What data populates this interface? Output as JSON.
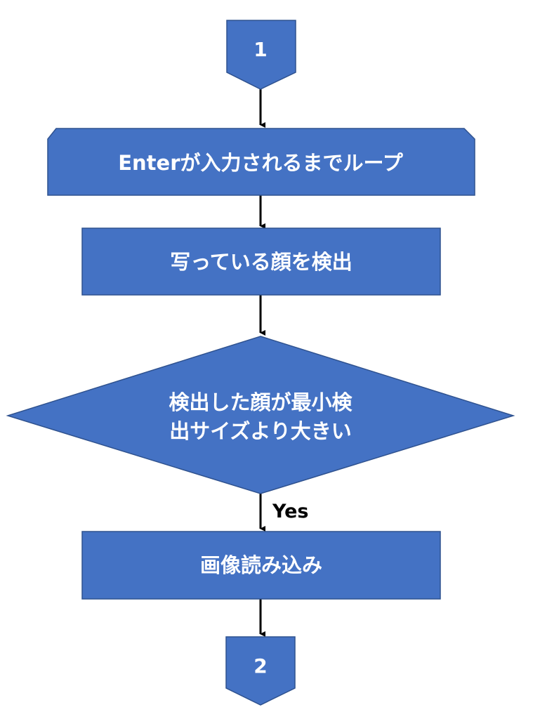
{
  "colors": {
    "node_fill": "#4472C4",
    "node_stroke": "#2F528F",
    "text": "#FFFFFF",
    "edge": "#000000"
  },
  "nodes": {
    "start": {
      "label": "1",
      "shape": "off-page-connector"
    },
    "loop": {
      "label": "Enterが入力されるまでループ",
      "shape": "loop-limit"
    },
    "detect": {
      "label": "写っている顔を検出",
      "shape": "process"
    },
    "decision": {
      "line1": "検出した顔が最小検",
      "line2": "出サイズより大きい",
      "shape": "decision"
    },
    "read": {
      "label": "画像読み込み",
      "shape": "process"
    },
    "end": {
      "label": "2",
      "shape": "off-page-connector"
    }
  },
  "edges": [
    {
      "from": "start",
      "to": "loop",
      "label": ""
    },
    {
      "from": "loop",
      "to": "detect",
      "label": ""
    },
    {
      "from": "detect",
      "to": "decision",
      "label": ""
    },
    {
      "from": "decision",
      "to": "read",
      "label": "Yes"
    },
    {
      "from": "read",
      "to": "end",
      "label": ""
    }
  ]
}
